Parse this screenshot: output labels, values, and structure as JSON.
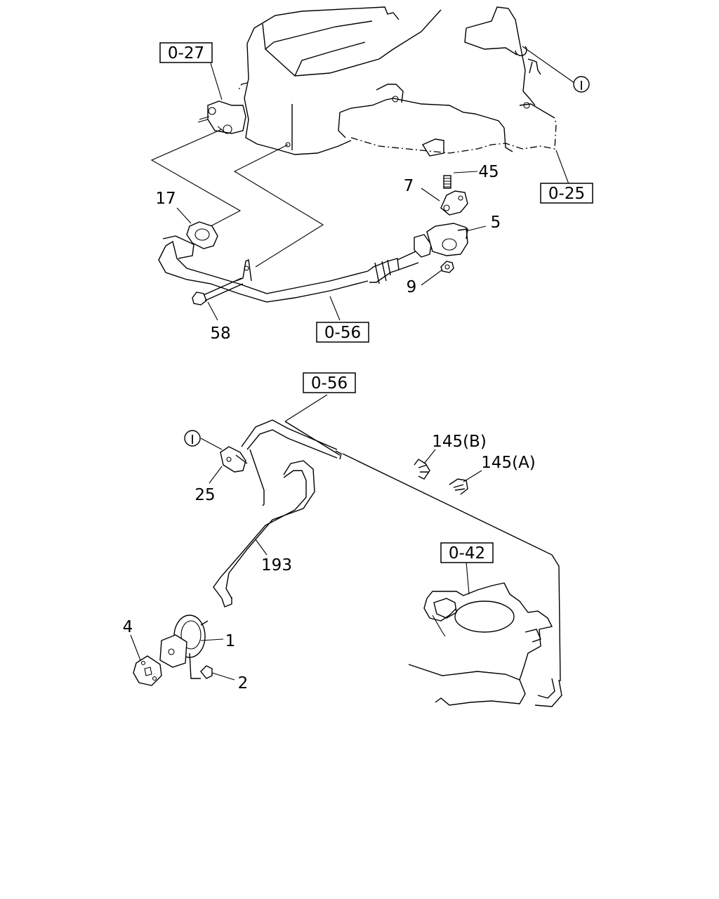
{
  "refs": {
    "r_0_27": "0-27",
    "r_0_25": "0-25",
    "r_0_56_top": "0-56",
    "r_0_56_mid": "0-56",
    "r_0_42": "0-42"
  },
  "parts": {
    "p17": "17",
    "p7": "7",
    "p45": "45",
    "p5": "5",
    "p9": "9",
    "p58": "58",
    "p145b": "145(B)",
    "p145a": "145(A)",
    "p25": "25",
    "p193": "193",
    "p4": "4",
    "p1": "1",
    "p2": "2"
  },
  "connectors": {
    "conn_top": "I",
    "conn_mid": "I"
  }
}
